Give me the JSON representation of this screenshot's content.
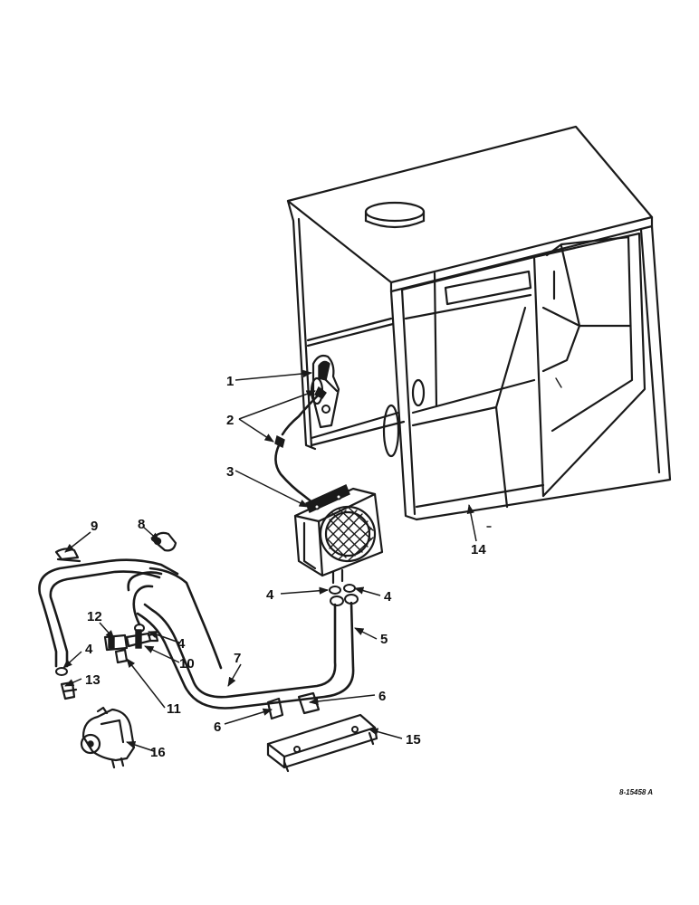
{
  "callouts": {
    "c1": "1",
    "c2": "2",
    "c3": "3",
    "c4a": "4",
    "c4b": "4",
    "c4c": "4",
    "c4d": "4",
    "c5": "5",
    "c6a": "6",
    "c6b": "6",
    "c7": "7",
    "c8": "8",
    "c9": "9",
    "c10": "10",
    "c11": "11",
    "c12": "12",
    "c13": "13",
    "c14": "14",
    "c15": "15",
    "c16": "16"
  },
  "drawing_number": "8-15458 A",
  "colors": {
    "ink": "#1a1a1a",
    "paper": "#ffffff"
  }
}
